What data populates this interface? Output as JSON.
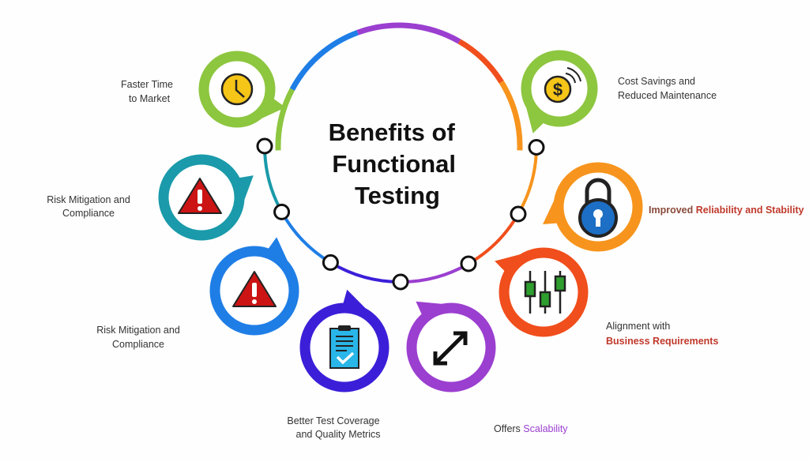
{
  "title": {
    "line1": "Benefits of",
    "line2": "Functional",
    "line3": "Testing"
  },
  "colors": {
    "green": "#8dc63f",
    "teal": "#1a9aaa",
    "blue": "#1f7ee6",
    "indigo": "#3b1fd8",
    "purple": "#9b3fd0",
    "red_orange": "#f04e1c",
    "orange": "#f7941d",
    "text_red": "#c0392b",
    "text_purple": "#9b3fd0"
  },
  "items": [
    {
      "id": "faster-time-to-market",
      "icon": "clock-icon",
      "color": "#8dc63f",
      "lines": [
        "Faster Time",
        "to Market"
      ]
    },
    {
      "id": "cost-savings",
      "icon": "dollar-coin-icon",
      "color": "#8dc63f",
      "lines": [
        "Cost Savings and",
        "Reduced Maintenance"
      ]
    },
    {
      "id": "risk-mitigation-1",
      "icon": "warning-icon",
      "color": "#1a9aaa",
      "lines": [
        "Risk Mitigation and",
        "Compliance"
      ]
    },
    {
      "id": "reliability",
      "icon": "padlock-icon",
      "color": "#f7941d",
      "prefix": "Improved ",
      "highlight": "Reliability and Stability"
    },
    {
      "id": "risk-mitigation-2",
      "icon": "warning-icon",
      "color": "#1f7ee6",
      "lines": [
        "Risk Mitigation and",
        "Compliance"
      ]
    },
    {
      "id": "business-alignment",
      "icon": "sliders-icon",
      "color": "#f04e1c",
      "line1": "Alignment with",
      "highlight": "Business Requirements"
    },
    {
      "id": "test-coverage",
      "icon": "clipboard-check-icon",
      "color": "#3b1fd8",
      "lines": [
        "Better Test Coverage",
        "and Quality Metrics"
      ]
    },
    {
      "id": "scalability",
      "icon": "expand-arrows-icon",
      "color": "#9b3fd0",
      "prefix": "Offers ",
      "highlight": "Scalability"
    }
  ]
}
